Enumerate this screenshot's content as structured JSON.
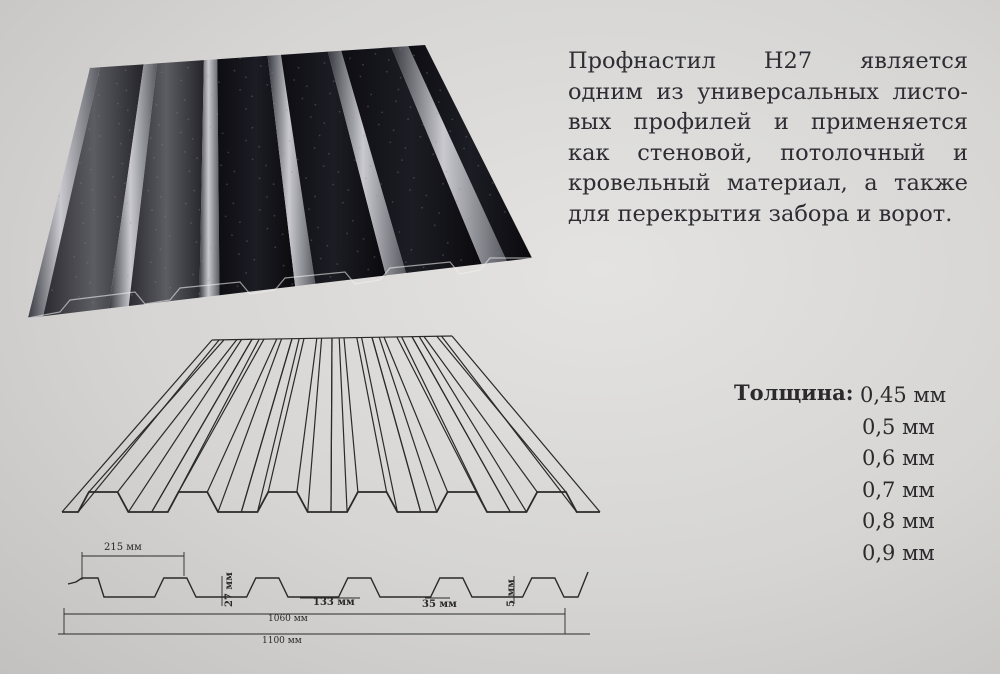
{
  "description_lines": [
    "Профнастил Н27 является",
    "одним из универсальных листо-",
    "вых профилей и применяется",
    "как стеновой, потолочный и",
    "кровельный материал, а также",
    "для перекрытия забора и ворот."
  ],
  "thickness": {
    "label": "Толщина:",
    "values": [
      "0,45 мм",
      "0,5 мм",
      "0,6 мм",
      "0,7 мм",
      "0,8 мм",
      "0,9 мм"
    ]
  },
  "dimensions": {
    "pitch": "215 мм",
    "height": "27 мм",
    "base": "133 мм",
    "rib": "35 мм",
    "small": "5 мм",
    "useful_width": "1060 мм",
    "full_width": "1100 мм"
  }
}
